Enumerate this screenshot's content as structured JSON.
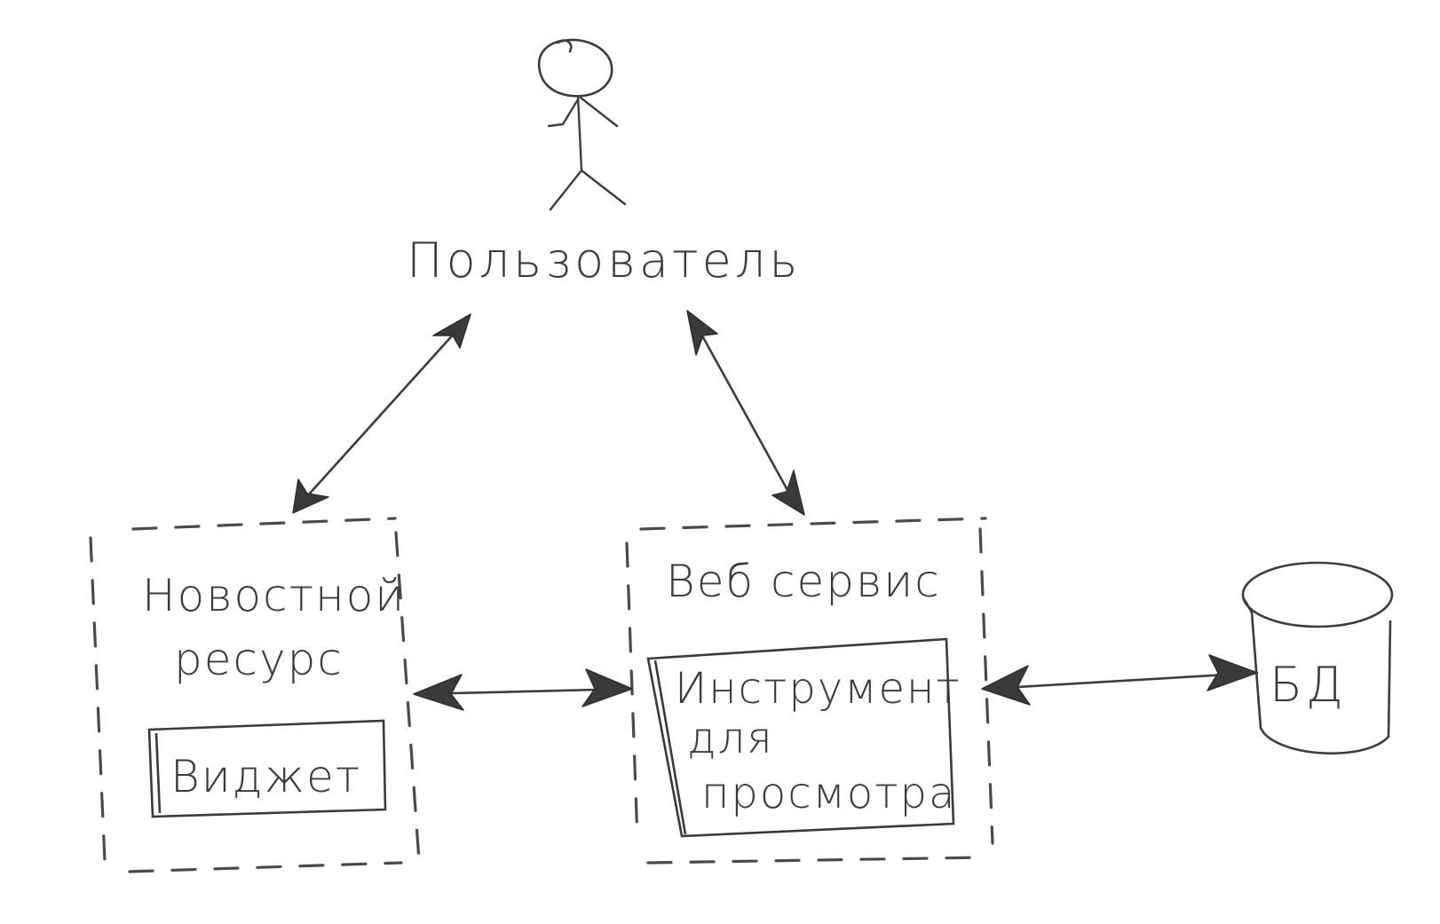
{
  "diagram": {
    "user": {
      "label": "Пользователь",
      "icon": "stick-figure-user-icon"
    },
    "news_resource": {
      "label_line1": "Новостной",
      "label_line2": "ресурс",
      "widget": {
        "label": "Виджет"
      }
    },
    "web_service": {
      "label": "Веб сервис",
      "tool": {
        "label_line1": "Инструмент",
        "label_line2": "для",
        "label_line3": "просмотра"
      }
    },
    "database": {
      "label": "БД",
      "icon": "database-cylinder-icon"
    },
    "connections": [
      {
        "from": "user",
        "to": "news_resource",
        "direction": "bidirectional"
      },
      {
        "from": "user",
        "to": "web_service",
        "direction": "bidirectional"
      },
      {
        "from": "news_resource",
        "to": "web_service",
        "direction": "bidirectional"
      },
      {
        "from": "web_service",
        "to": "database",
        "direction": "bidirectional"
      }
    ],
    "colors": {
      "background": "#ffffff",
      "ink": "#3a3a3a"
    }
  }
}
